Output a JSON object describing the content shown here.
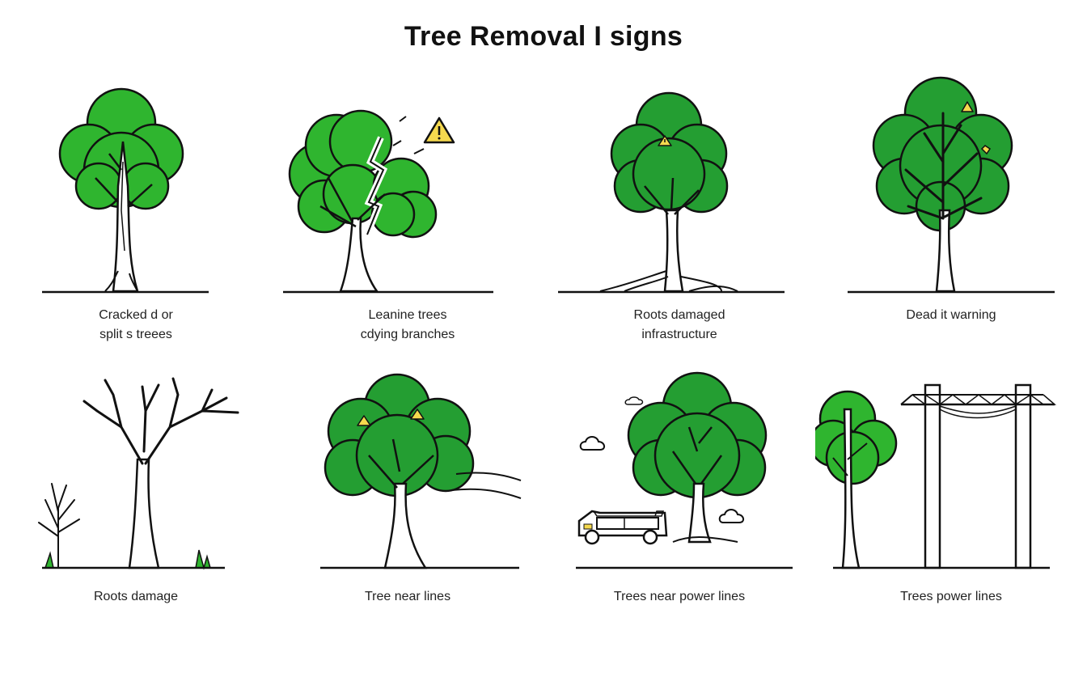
{
  "title": "Tree Removal I signs",
  "colors": {
    "foliage": "#2fb52f",
    "foliage_dark": "#249e32",
    "outline": "#111111",
    "warning": "#f5d94e",
    "background": "#ffffff"
  },
  "panels": [
    {
      "id": "cracked",
      "icon": "cracked-tree-icon",
      "lines": [
        "Cracked d or",
        "split s treees"
      ]
    },
    {
      "id": "leaning",
      "icon": "split-leaning-tree-icon",
      "lines": [
        "Leanine trees",
        "cdying branches"
      ]
    },
    {
      "id": "roots-infra",
      "icon": "warning-tree-roots-icon",
      "lines": [
        "Roots damaged",
        "infrastructure"
      ]
    },
    {
      "id": "dead-warning",
      "icon": "dead-branch-tree-icon",
      "lines": [
        "Dead it warning"
      ]
    },
    {
      "id": "roots-damage",
      "icon": "bare-dead-tree-icon",
      "lines": [
        "Roots damage"
      ]
    },
    {
      "id": "near-lines",
      "icon": "wind-tree-icon",
      "lines": [
        "Tree near lines"
      ]
    },
    {
      "id": "near-power",
      "icon": "tree-car-icon",
      "lines": [
        "Trees near power lines"
      ]
    },
    {
      "id": "power-lines",
      "icon": "power-line-tree-icon",
      "lines": [
        "Trees power lines"
      ]
    }
  ]
}
